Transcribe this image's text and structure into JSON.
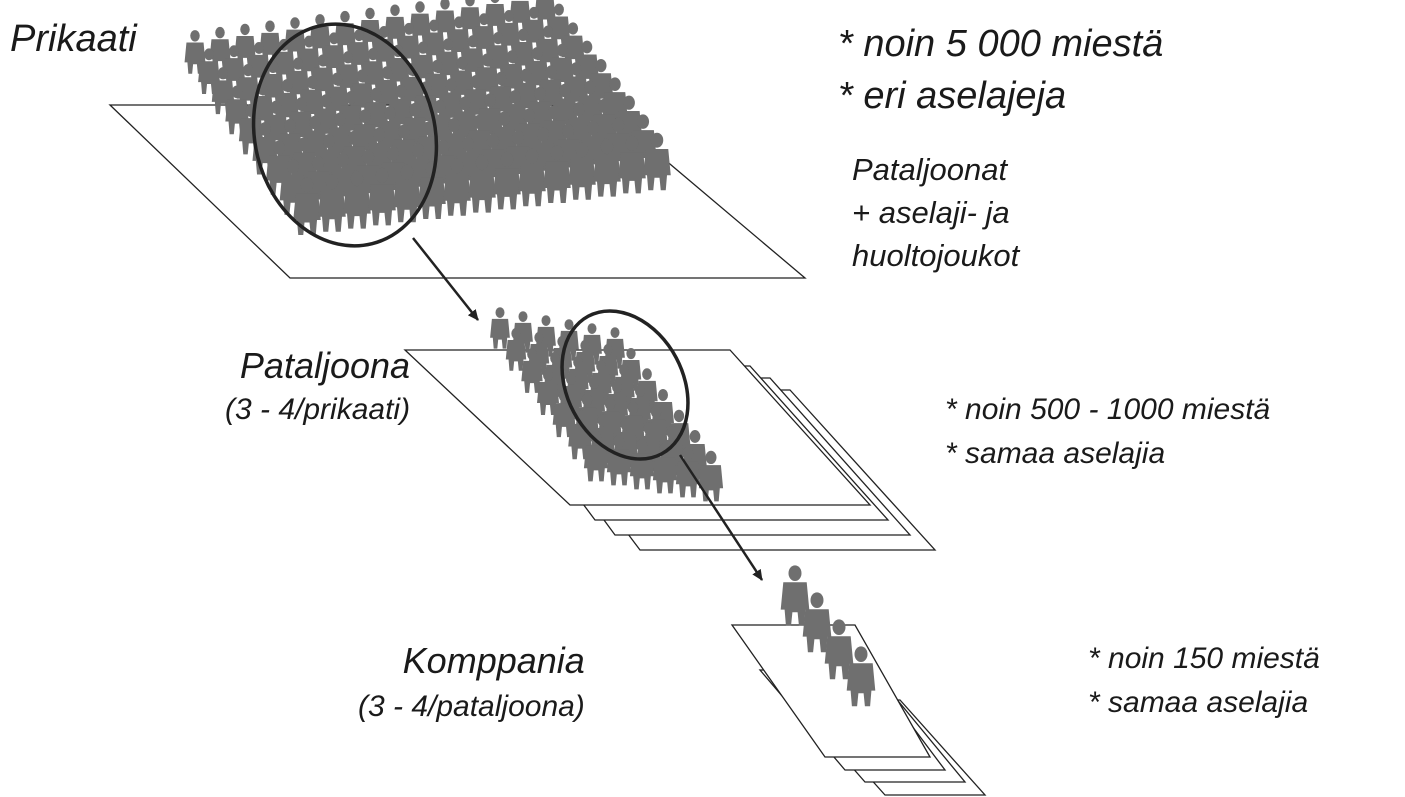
{
  "levels": {
    "prikaati": {
      "name": "Prikaati",
      "facts": [
        "* noin 5 000 miestä",
        "* eri aselajeja"
      ],
      "composition": [
        "Pataljoonat",
        "+ aselaji- ja",
        "huoltojoukot"
      ]
    },
    "pataljoona": {
      "name": "Pataljoona",
      "count": "(3 - 4/prikaati)",
      "facts": [
        "* noin 500 - 1000 miestä",
        "* samaa aselajia"
      ]
    },
    "komppania": {
      "name": "Komppania",
      "count": "(3 - 4/pataljoona)",
      "facts": [
        "* noin 150 miestä",
        "* samaa aselajia"
      ]
    }
  },
  "colors": {
    "soldier": "#6f6f6f",
    "outline": "#222222",
    "text": "#1a1a1a",
    "background": "#ffffff"
  },
  "icons": [
    "soldier-figure-icon",
    "selection-ellipse",
    "drill-down-arrow"
  ]
}
